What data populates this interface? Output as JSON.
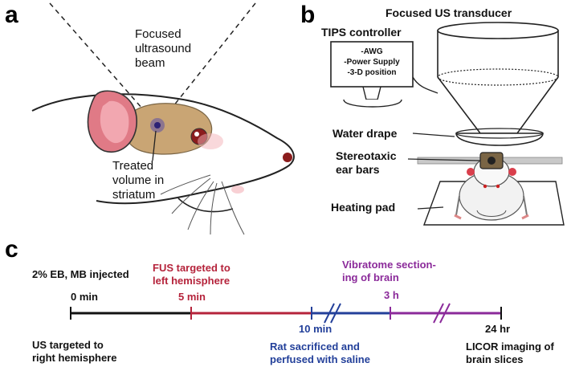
{
  "panel_a": {
    "letter": "a",
    "beam_label": [
      "Focused",
      "ultrasound",
      "beam"
    ],
    "target_label": [
      "Treated",
      "volume in",
      "striatum"
    ]
  },
  "panel_b": {
    "letter": "b",
    "transducer_label": "Focused US transducer",
    "controller_title": "TIPS controller",
    "controller_lines": [
      "-AWG",
      "-Power Supply",
      "-3-D position"
    ],
    "water_drape_label": "Water drape",
    "ear_bars_label": [
      "Stereotaxic",
      "ear bars"
    ],
    "heating_pad_label": "Heating pad"
  },
  "panel_c": {
    "letter": "c",
    "events": [
      {
        "above": "2% EB, MB injected",
        "time": "0 min",
        "below": [
          "US targeted to",
          "right hemisphere"
        ]
      },
      {
        "above": [
          "FUS targeted to",
          "left hemisphere"
        ],
        "time": "5 min"
      },
      {
        "time": "10 min",
        "below": [
          "Rat sacrificed and",
          "perfused with saline"
        ]
      },
      {
        "above": [
          "Vibratome section-",
          "ing of brain"
        ],
        "time": "3 h"
      },
      {
        "time": "24 hr",
        "below": [
          "LICOR imaging of",
          "brain slices"
        ]
      }
    ],
    "colors": {
      "black": "#111111",
      "red": "#b5233b",
      "blue": "#23409a",
      "purple": "#8b2a9a"
    }
  }
}
